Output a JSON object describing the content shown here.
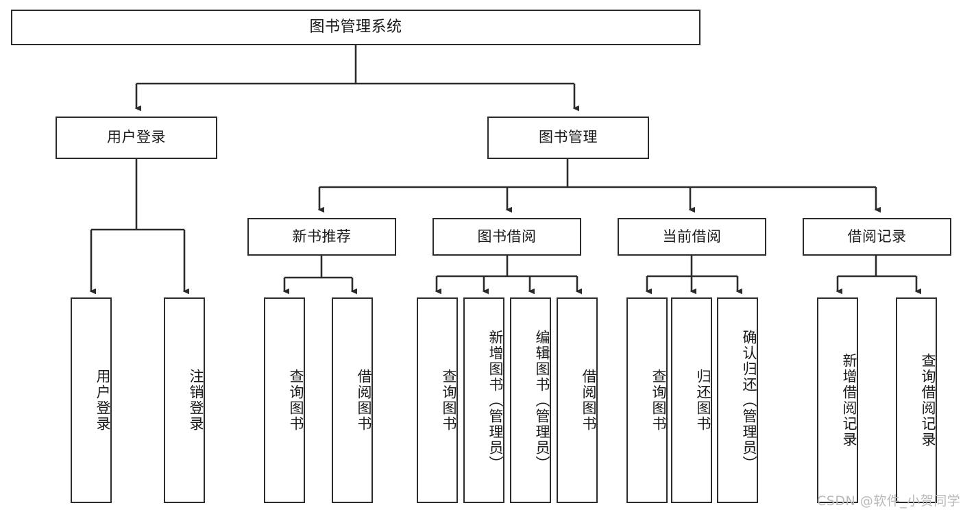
{
  "diagram": {
    "type": "tree",
    "title": "图书管理系统",
    "orientation": "top-down",
    "colors": {
      "box_border": "#2b2b2b",
      "box_fill": "#ffffff",
      "line": "#2b2b2b",
      "text": "#1a1a1a",
      "watermark": "#b9b9b9",
      "background": "#ffffff"
    }
  },
  "root": {
    "label": "图书管理系统"
  },
  "level2": [
    {
      "label": "用户登录"
    },
    {
      "label": "图书管理"
    }
  ],
  "level3": [
    {
      "label": "新书推荐"
    },
    {
      "label": "图书借阅"
    },
    {
      "label": "当前借阅"
    },
    {
      "label": "借阅记录"
    }
  ],
  "leaves": {
    "user_login": [
      {
        "label": "用户登录"
      },
      {
        "label": "注销登录"
      }
    ],
    "new_book_recommend": [
      {
        "label": "查询图书"
      },
      {
        "label": "借阅图书"
      }
    ],
    "book_borrow": [
      {
        "label": "查询图书"
      },
      {
        "label": "新增图书（管理员）"
      },
      {
        "label": "编辑图书（管理员）"
      },
      {
        "label": "借阅图书"
      }
    ],
    "current_borrow": [
      {
        "label": "查询图书"
      },
      {
        "label": "归还图书"
      },
      {
        "label": "确认归还（管理员）"
      }
    ],
    "borrow_record": [
      {
        "label": "新增借阅记录"
      },
      {
        "label": "查询借阅记录"
      }
    ]
  },
  "watermark": {
    "text": "CSDN @软件_小贺同学"
  }
}
